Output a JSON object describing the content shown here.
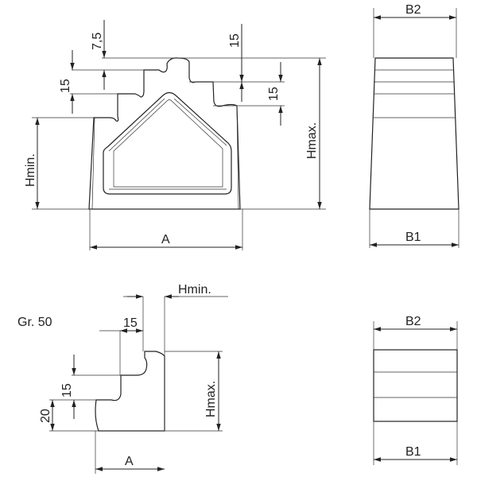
{
  "front_view": {
    "dim_7_5": "7,5",
    "dim_15_left": "15",
    "dim_15_top_right": "15",
    "dim_15_right": "15",
    "hmin": "Hmin.",
    "hmax": "Hmax.",
    "a": "A"
  },
  "side_view_top": {
    "b2": "B2",
    "b1": "B1"
  },
  "size_label": "Gr. 50",
  "front_view_gr50": {
    "hmin": "Hmin.",
    "dim_15_h": "15",
    "dim_15_v": "15",
    "dim_20": "20",
    "hmax": "Hmax.",
    "a": "A"
  },
  "side_view_gr50": {
    "b2": "B2",
    "b1": "B1"
  }
}
